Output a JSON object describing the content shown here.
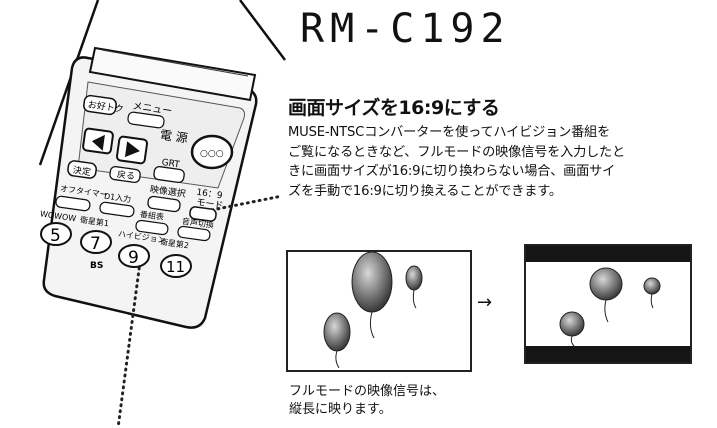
{
  "model": "RM-C192",
  "heading": "画面サイズを16:9にする",
  "body_lines": [
    "MUSE-NTSCコンバーターを使ってハイビジョン番組を",
    "ご覧になるときなど、フルモードの映像信号を入力したと",
    "きに画面サイズが16:9に切り換わらない場合、画面サイ",
    "ズを手動で16:9に切り換えることができます。"
  ],
  "caption_lines": [
    "フルモードの映像信号は、",
    "縦長に映ります。"
  ],
  "arrow": "→",
  "remote": {
    "buttons": {
      "otoku": "お好トク",
      "menu": "メニュー",
      "power": "電 源",
      "kettei": "決定",
      "modoru": "戻る",
      "grt": "GRT",
      "eizo_sentaku": "映像選択",
      "ratio": "16：9",
      "mode": "モード",
      "off_timer": "オフタイマー",
      "d1_input": "D1入力",
      "bangumi_hyo": "番組表",
      "onsei_kirikae": "音声切換",
      "wowow": "WOWOW",
      "eiga_1": "衛星第1",
      "hivision": "ハイビジョン",
      "eiga_2": "衛星第2",
      "bs": "BS",
      "n5": "5",
      "n7": "7",
      "n9": "9",
      "n11": "11",
      "dots": "○○○"
    }
  }
}
